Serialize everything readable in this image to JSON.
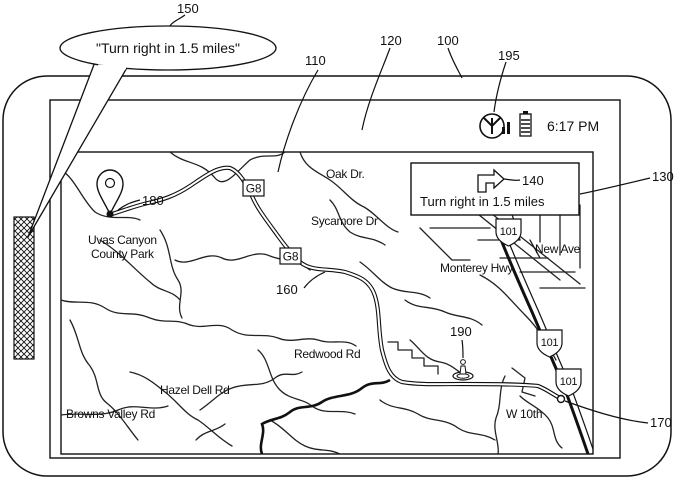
{
  "refs": {
    "r150": "150",
    "r120": "120",
    "r100": "100",
    "r195": "195",
    "r110": "110",
    "r130": "130",
    "r140": "140",
    "r180": "180",
    "r160": "160",
    "r190": "190",
    "r170": "170"
  },
  "speech_bubble": {
    "text": "\"Turn right in 1.5 miles\""
  },
  "status_bar": {
    "time": "6:17 PM"
  },
  "nav_box": {
    "instruction": "Turn right in 1.5 miles"
  },
  "map": {
    "labels": {
      "uvas1": "Uvas Canyon",
      "uvas2": "County Park",
      "oak": "Oak Dr.",
      "sycamore": "Sycamore Dr",
      "newave": "New Ave",
      "monterey": "Monterey Hwy",
      "redwood": "Redwood Rd",
      "hazel": "Hazel Dell Rd",
      "browns": "Browns Valley Rd",
      "w10": "W 10th"
    },
    "shields": {
      "g8a": "G8",
      "g8b": "G8",
      "i101a": "101",
      "i101b": "101",
      "i101c": "101"
    }
  }
}
